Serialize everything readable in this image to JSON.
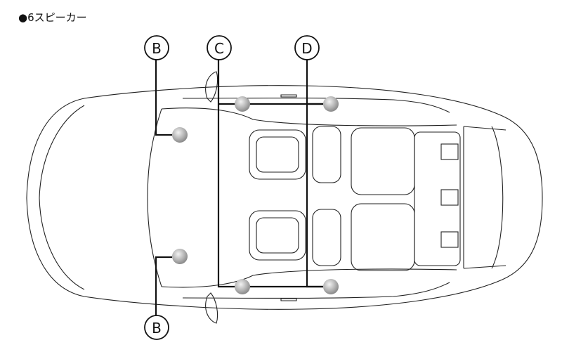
{
  "title": "●6スピーカー",
  "callouts": {
    "front_b": "B",
    "c": "C",
    "d": "D",
    "rear_b": "B"
  }
}
